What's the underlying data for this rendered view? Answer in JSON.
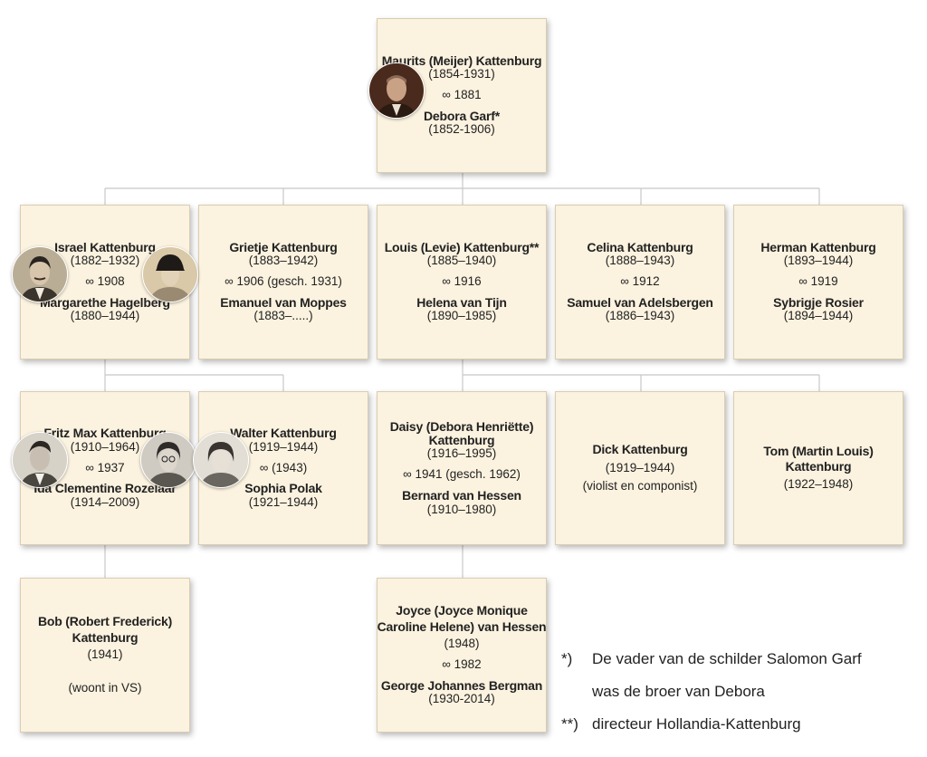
{
  "persons": {
    "maurits": {
      "name": "Maurits (Meijer) Kattenburg",
      "dates": "(1854-1931)",
      "marriage": "∞ 1881",
      "spouse": "Debora Garf*",
      "spouse_dates": "(1852-1906)"
    },
    "israel": {
      "name": "Israel Kattenburg",
      "dates": "(1882–1932)",
      "marriage": "∞ 1908",
      "spouse": "Margarethe Hagelberg",
      "spouse_dates": "(1880–1944)"
    },
    "grietje": {
      "name": "Grietje Kattenburg",
      "dates": "(1883–1942)",
      "marriage": "∞ 1906 (gesch. 1931)",
      "spouse": "Emanuel van Moppes",
      "spouse_dates": "(1883–.....)"
    },
    "louis": {
      "name": "Louis (Levie) Kattenburg**",
      "dates": "(1885–1940)",
      "marriage": "∞ 1916",
      "spouse": "Helena van Tijn",
      "spouse_dates": "(1890–1985)"
    },
    "celina": {
      "name": "Celina Kattenburg",
      "dates": "(1888–1943)",
      "marriage": "∞ 1912",
      "spouse": "Samuel van Adelsbergen",
      "spouse_dates": "(1886–1943)"
    },
    "herman": {
      "name": "Herman Kattenburg",
      "dates": "(1893–1944)",
      "marriage": "∞ 1919",
      "spouse": "Sybrigje Rosier",
      "spouse_dates": "(1894–1944)"
    },
    "fritz": {
      "name": "Fritz Max Kattenburg",
      "dates": "(1910–1964)",
      "marriage": "∞ 1937",
      "spouse": "Ida Clementine Rozelaar",
      "spouse_dates": "(1914–2009)"
    },
    "walter": {
      "name": "Walter Kattenburg",
      "dates": "(1919–1944)",
      "marriage": "∞ (1943)",
      "spouse": "Sophia Polak",
      "spouse_dates": "(1921–1944)"
    },
    "daisy": {
      "name_1": "Daisy (Debora Henriëtte)",
      "name_2": "Kattenburg",
      "dates": "(1916–1995)",
      "marriage": "∞ 1941 (gesch. 1962)",
      "spouse": "Bernard van Hessen",
      "spouse_dates": "(1910–1980)"
    },
    "dick": {
      "name": "Dick Kattenburg",
      "dates": "(1919–1944)",
      "note": "(violist en componist)"
    },
    "tom": {
      "name_1": "Tom (Martin Louis)",
      "name_2": "Kattenburg",
      "dates": "(1922–1948)"
    },
    "bob": {
      "name_1": "Bob (Robert Frederick)",
      "name_2": "Kattenburg",
      "dates": "(1941)",
      "note": "(woont in VS)"
    },
    "joyce": {
      "name_1": "Joyce (Joyce Monique",
      "name_2": "Caroline Helene) van Hessen",
      "dates": "(1948)",
      "marriage": "∞ 1982",
      "spouse": "George Johannes Bergman",
      "spouse_dates": "(1930-2014)"
    }
  },
  "footnotes": [
    {
      "mark": "*)",
      "lines": [
        "De vader van de schilder Salomon Garf",
        "was de broer van Debora"
      ]
    },
    {
      "mark": "**)",
      "lines": [
        "directeur Hollandia-Kattenburg"
      ]
    }
  ],
  "colors": {
    "box_fill": "#fbf2df",
    "box_border": "#d9cdb2",
    "connector": "#c8c8c8"
  }
}
